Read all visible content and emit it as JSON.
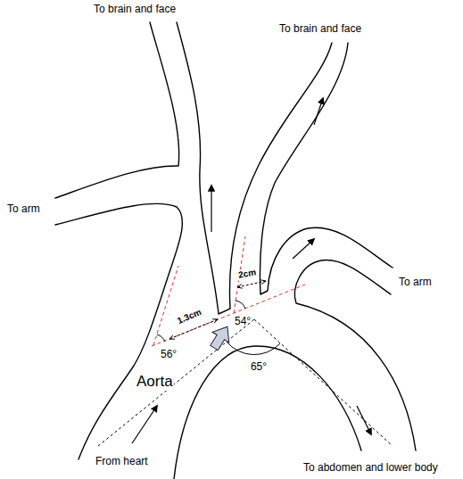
{
  "diagram": {
    "labels": [
      "To brain and face",
      "To brain and face",
      "To arm",
      "To arm",
      "2cm",
      "1.3cm",
      "54°",
      "56°",
      "Aorta",
      "65°",
      "From heart",
      "To abdomen and lower body"
    ]
  }
}
